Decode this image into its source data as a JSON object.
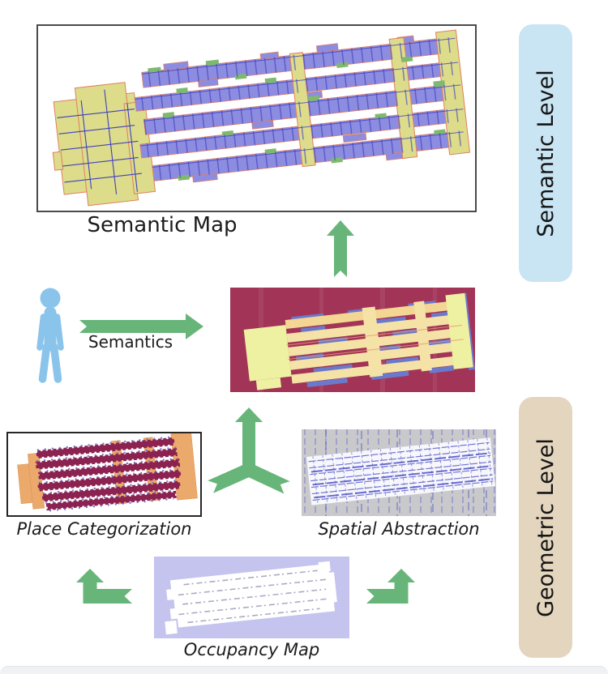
{
  "figure": {
    "nodes": {
      "semantic_map": {
        "label": "Semantic Map"
      },
      "place_categorization": {
        "label": "Place Categorization"
      },
      "spatial_abstraction": {
        "label": "Spatial Abstraction"
      },
      "occupancy_map": {
        "label": "Occupancy Map"
      }
    },
    "edges": {
      "semantics": {
        "label": "Semantics"
      }
    },
    "levels": {
      "semantic": {
        "label": "Semantic Level",
        "color": "#c9e4f3"
      },
      "geometric": {
        "label": "Geometric Level",
        "color": "#e4d5bf"
      }
    },
    "icons": {
      "person": "person-icon",
      "up_arrow": "arrow-up-icon",
      "right_arrow": "arrow-right-icon",
      "merge_arrow": "merge-up-arrow-icon",
      "elbow_left": "elbow-up-left-arrow-icon",
      "elbow_right": "elbow-up-right-arrow-icon"
    },
    "colors": {
      "arrow_green": "#68b57a",
      "person_blue": "#8ac4eb",
      "semantic_map": {
        "rooms_blue": "#8c8ce0",
        "corridor_yellow": "#dcdc8a",
        "doorways_green": "#7fb96e",
        "outline_orange": "#e08060"
      },
      "central_map": {
        "background_maroon": "#a23457",
        "floor_yellow": "#f5e2a6",
        "edge_blue": "#6b79cc"
      },
      "place_categorization": {
        "stripe_maroon": "#8b2250",
        "corridor_orange": "#eba96b",
        "speckle_blue": "#6868c8"
      },
      "spatial_abstraction": {
        "background_gray": "#c9c9cb",
        "lines_blue": "#5a5ec8"
      },
      "occupancy": {
        "background_lavender": "#c4c4ee",
        "free_space_white": "#ffffff",
        "scan_gray": "#9c9cb8"
      }
    }
  }
}
